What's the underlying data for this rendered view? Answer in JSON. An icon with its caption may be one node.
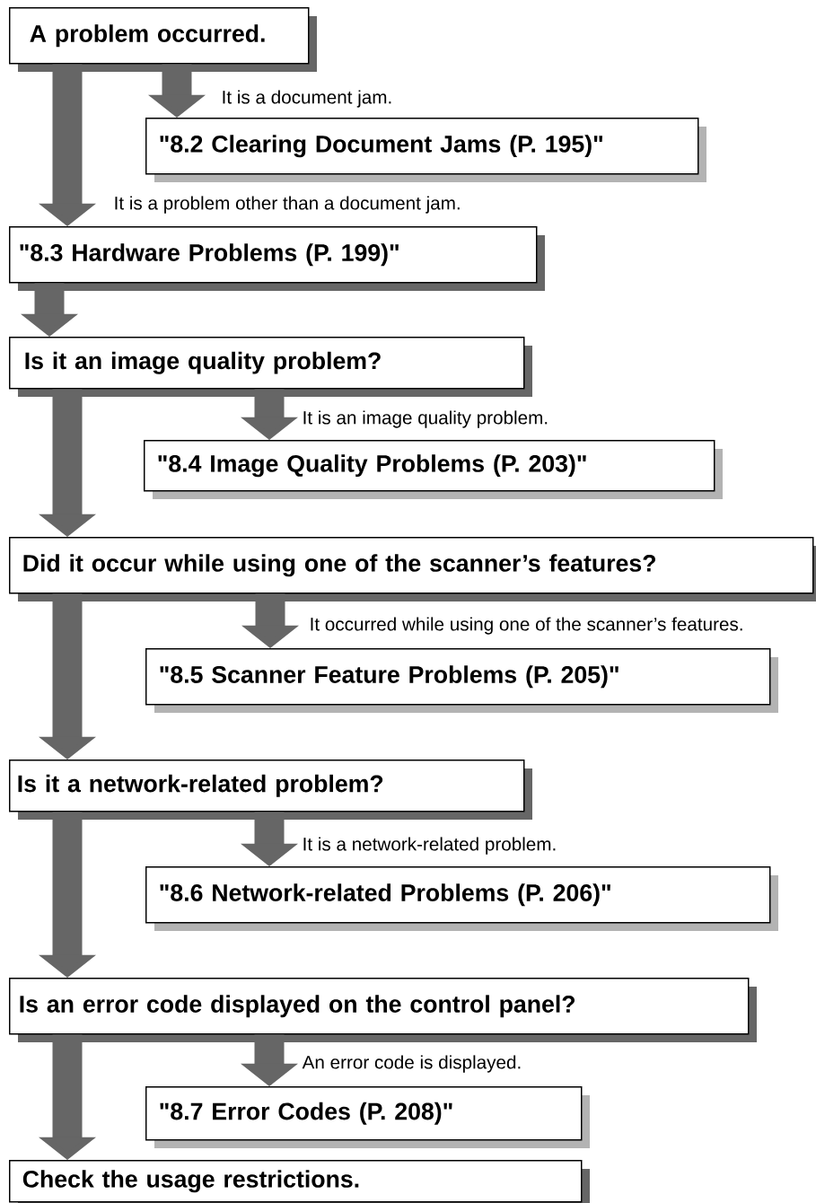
{
  "diagram": {
    "nodes": [
      {
        "text": [
          "A problem occurred."
        ]
      },
      {
        "text": [
          "\"8.2 Clearing Document Jams (P. 195)\""
        ]
      },
      {
        "text": [
          "\"8.3 Hardware Problems (P. 199)\""
        ]
      },
      {
        "text": [
          "Is it an image quality problem?"
        ]
      },
      {
        "text": [
          "\"8.4 Image Quality Problems (P. 203)\""
        ]
      },
      {
        "text": [
          "Did it occur while using one of the scanner’s features?"
        ]
      },
      {
        "text": [
          "\"8.5 Scanner Feature Problems (P. 205)\""
        ]
      },
      {
        "text": [
          "Is it a network-related problem?"
        ]
      },
      {
        "text": [
          "\"8.6 Network-related Problems (P. 206)\""
        ]
      },
      {
        "text": [
          "Is an error code displayed on the control panel?"
        ]
      },
      {
        "text": [
          "\"8.7 Error Codes (P. 208)\""
        ]
      },
      {
        "text": [
          "Check the usage restrictions."
        ]
      }
    ],
    "edges": [
      {
        "from": 0,
        "to": 1,
        "arrow": "to",
        "label": "It is a document jam."
      },
      {
        "from": 0,
        "to": 2,
        "arrow": "to",
        "label": "It is a problem other than a document jam."
      },
      {
        "from": 2,
        "to": 3,
        "arrow": "to"
      },
      {
        "from": 3,
        "to": 4,
        "arrow": "to",
        "label": "It is an image quality problem."
      },
      {
        "from": 3,
        "to": 5,
        "arrow": "to"
      },
      {
        "from": 5,
        "to": 6,
        "arrow": "to",
        "label": "It occurred while using one of the scanner’s features."
      },
      {
        "from": 5,
        "to": 7,
        "arrow": "to"
      },
      {
        "from": 7,
        "to": 8,
        "arrow": "to",
        "label": "It is a network-related problem."
      },
      {
        "from": 7,
        "to": 9,
        "arrow": "to"
      },
      {
        "from": 9,
        "to": 10,
        "arrow": "to",
        "label": "An error code is displayed."
      },
      {
        "from": 9,
        "to": 11,
        "arrow": "to"
      }
    ]
  }
}
